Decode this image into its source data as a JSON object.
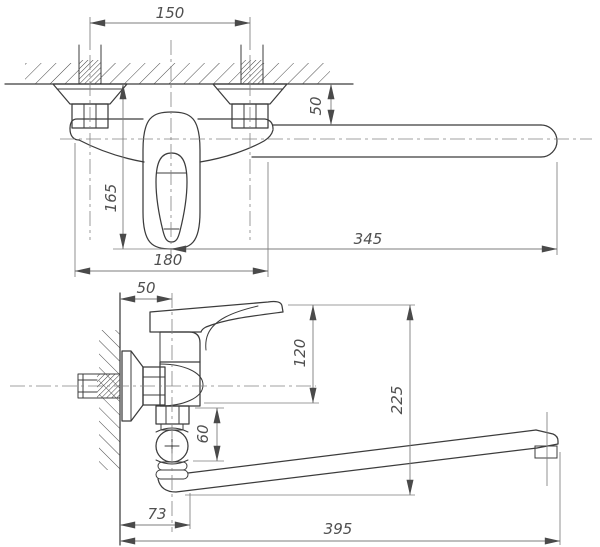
{
  "drawing": {
    "front_view": {
      "dims": {
        "mount_spacing": "150",
        "wall_to_spout_top": "50",
        "wall_to_handle_bottom": "165",
        "body_width": "180",
        "spout_reach": "345"
      }
    },
    "side_view": {
      "dims": {
        "wall_to_body_axis": "50",
        "handle_to_body_bottom": "120",
        "handle_to_spout_bottom": "225",
        "swivel_height": "60",
        "wall_to_spout_start": "73",
        "wall_to_spout_tip": "395"
      }
    },
    "style": {
      "line_color": "#3c3c3c",
      "dim_color": "#7d7d7d",
      "arrow_color": "#4a4a4a",
      "text_color": "#4f4f4f",
      "background": "#ffffff"
    }
  }
}
